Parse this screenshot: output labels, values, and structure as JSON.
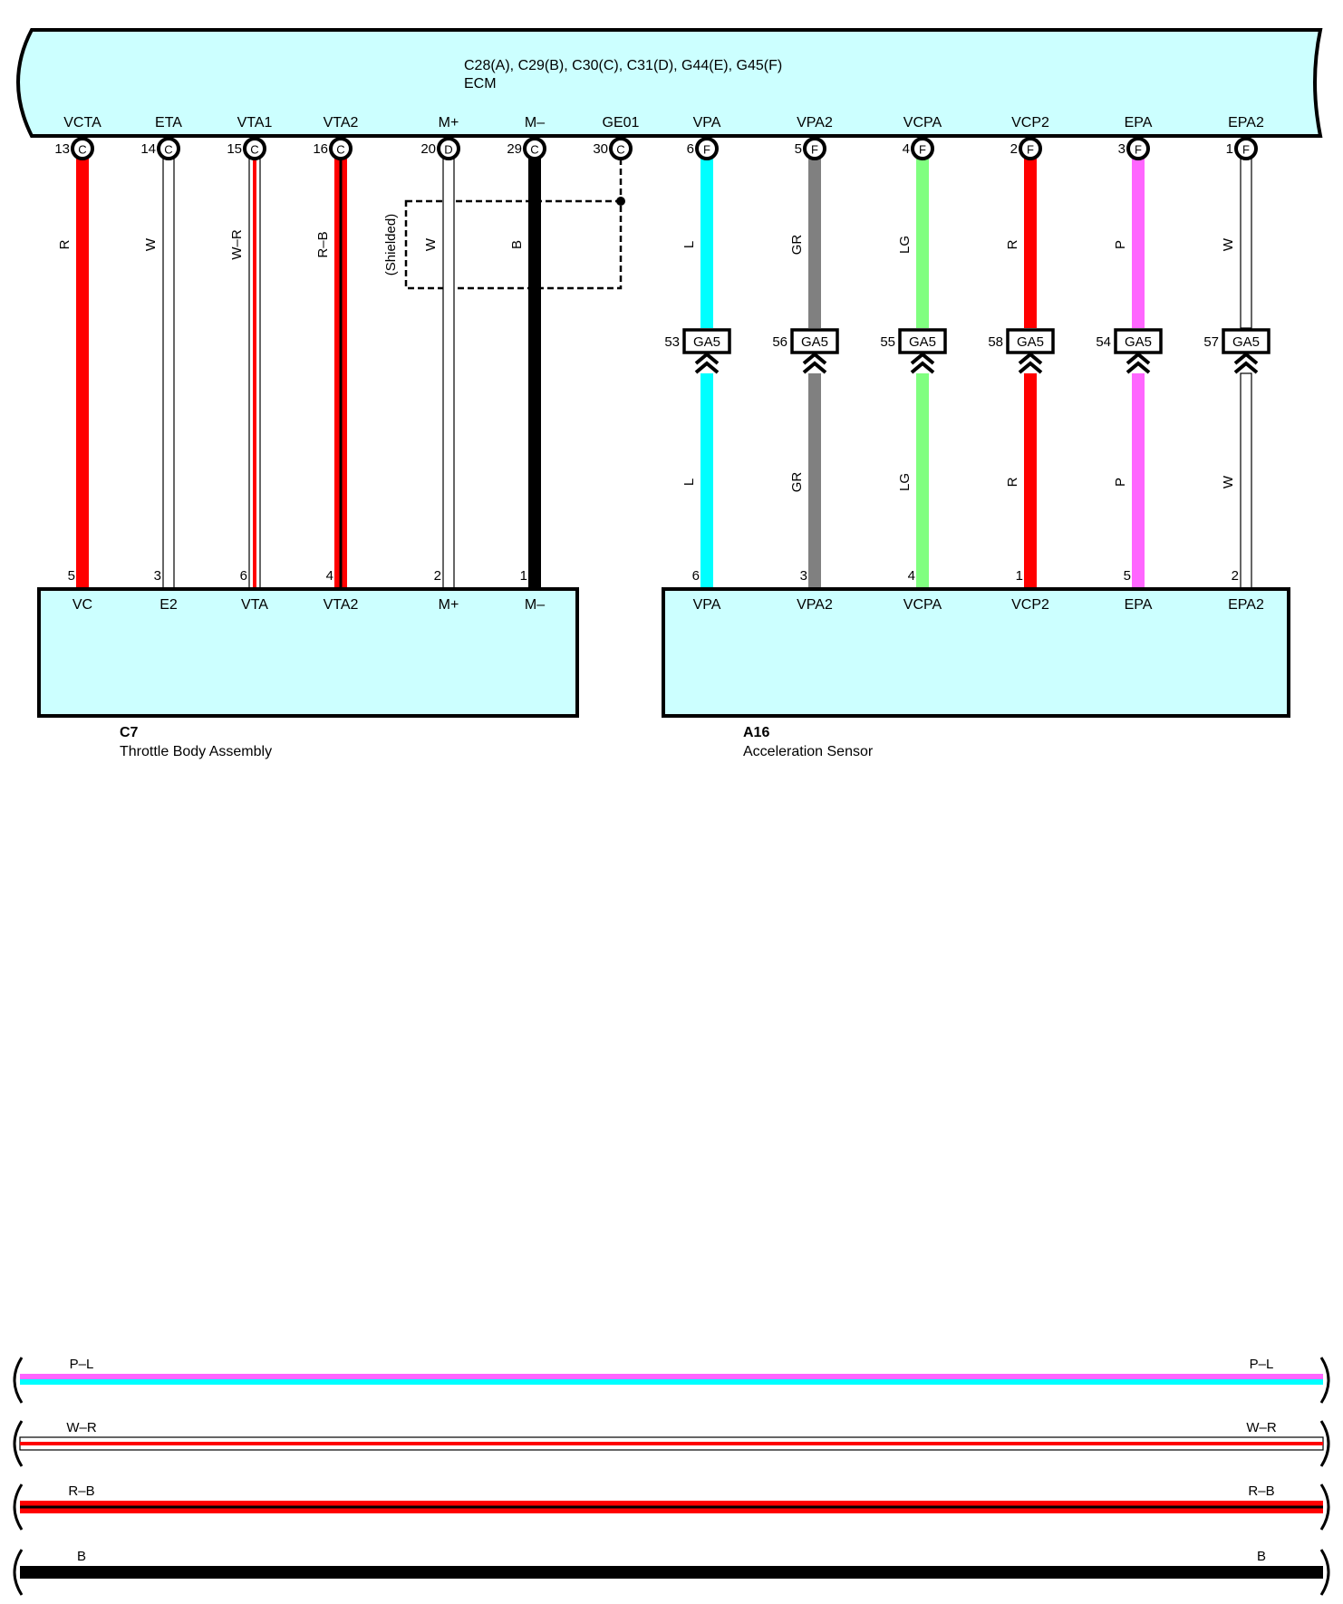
{
  "ecm": {
    "connectors_line": "C28(A), C29(B), C30(C), C31(D), G44(E), G45(F)",
    "name": "ECM"
  },
  "pins": [
    {
      "label": "VCTA",
      "num": "13",
      "conn": "C"
    },
    {
      "label": "ETA",
      "num": "14",
      "conn": "C"
    },
    {
      "label": "VTA1",
      "num": "15",
      "conn": "C"
    },
    {
      "label": "VTA2",
      "num": "16",
      "conn": "C"
    },
    {
      "label": "M+",
      "num": "20",
      "conn": "D"
    },
    {
      "label": "M–",
      "num": "29",
      "conn": "C"
    },
    {
      "label": "GE01",
      "num": "30",
      "conn": "C"
    },
    {
      "label": "VPA",
      "num": "6",
      "conn": "F"
    },
    {
      "label": "VPA2",
      "num": "5",
      "conn": "F"
    },
    {
      "label": "VCPA",
      "num": "4",
      "conn": "F"
    },
    {
      "label": "VCP2",
      "num": "2",
      "conn": "F"
    },
    {
      "label": "EPA",
      "num": "3",
      "conn": "F"
    },
    {
      "label": "EPA2",
      "num": "1",
      "conn": "F"
    }
  ],
  "wires": [
    {
      "code": "R",
      "color": "#ff0000",
      "stripe": "",
      "end_pin": "5",
      "end_label": "VC"
    },
    {
      "code": "W",
      "color": "#ffffff",
      "stripe": "",
      "end_pin": "3",
      "end_label": "E2"
    },
    {
      "code": "W–R",
      "color": "#ffffff",
      "stripe": "#ff0000",
      "end_pin": "6",
      "end_label": "VTA"
    },
    {
      "code": "R–B",
      "color": "#ff0000",
      "stripe": "#000000",
      "end_pin": "4",
      "end_label": "VTA2"
    },
    {
      "code": "W",
      "color": "#ffffff",
      "stripe": "",
      "end_pin": "2",
      "end_label": "M+"
    },
    {
      "code": "B",
      "color": "#000000",
      "stripe": "",
      "end_pin": "1",
      "end_label": "M–"
    },
    {
      "code": "L",
      "color": "#00ffff",
      "stripe": "",
      "end_pin": "6",
      "end_label": "VPA",
      "junction_pin": "53",
      "junction_code": "GA5"
    },
    {
      "code": "GR",
      "color": "#808080",
      "stripe": "",
      "end_pin": "3",
      "end_label": "VPA2",
      "junction_pin": "56",
      "junction_code": "GA5"
    },
    {
      "code": "LG",
      "color": "#80ff80",
      "stripe": "",
      "end_pin": "4",
      "end_label": "VCPA",
      "junction_pin": "55",
      "junction_code": "GA5"
    },
    {
      "code": "R",
      "color": "#ff0000",
      "stripe": "",
      "end_pin": "1",
      "end_label": "VCP2",
      "junction_pin": "58",
      "junction_code": "GA5"
    },
    {
      "code": "P",
      "color": "#ff66ff",
      "stripe": "",
      "end_pin": "5",
      "end_label": "EPA",
      "junction_pin": "54",
      "junction_code": "GA5"
    },
    {
      "code": "W",
      "color": "#ffffff",
      "stripe": "",
      "end_pin": "2",
      "end_label": "EPA2",
      "junction_pin": "57",
      "junction_code": "GA5"
    }
  ],
  "shield_label": "(Shielded)",
  "throttle": {
    "id": "C7",
    "name": "Throttle Body Assembly"
  },
  "accel": {
    "id": "A16",
    "name": "Acceleration Sensor"
  },
  "legend": [
    {
      "code": "P–L",
      "color": "#ff66ff",
      "stripe": "#00ffff"
    },
    {
      "code": "W–R",
      "color": "#ffffff",
      "stripe": "#ff0000"
    },
    {
      "code": "R–B",
      "color": "#ff0000",
      "stripe": "#000000"
    },
    {
      "code": "B",
      "color": "#000000",
      "stripe": ""
    }
  ],
  "colors": {
    "box_fill": "#ccffff",
    "outline": "#000000"
  }
}
